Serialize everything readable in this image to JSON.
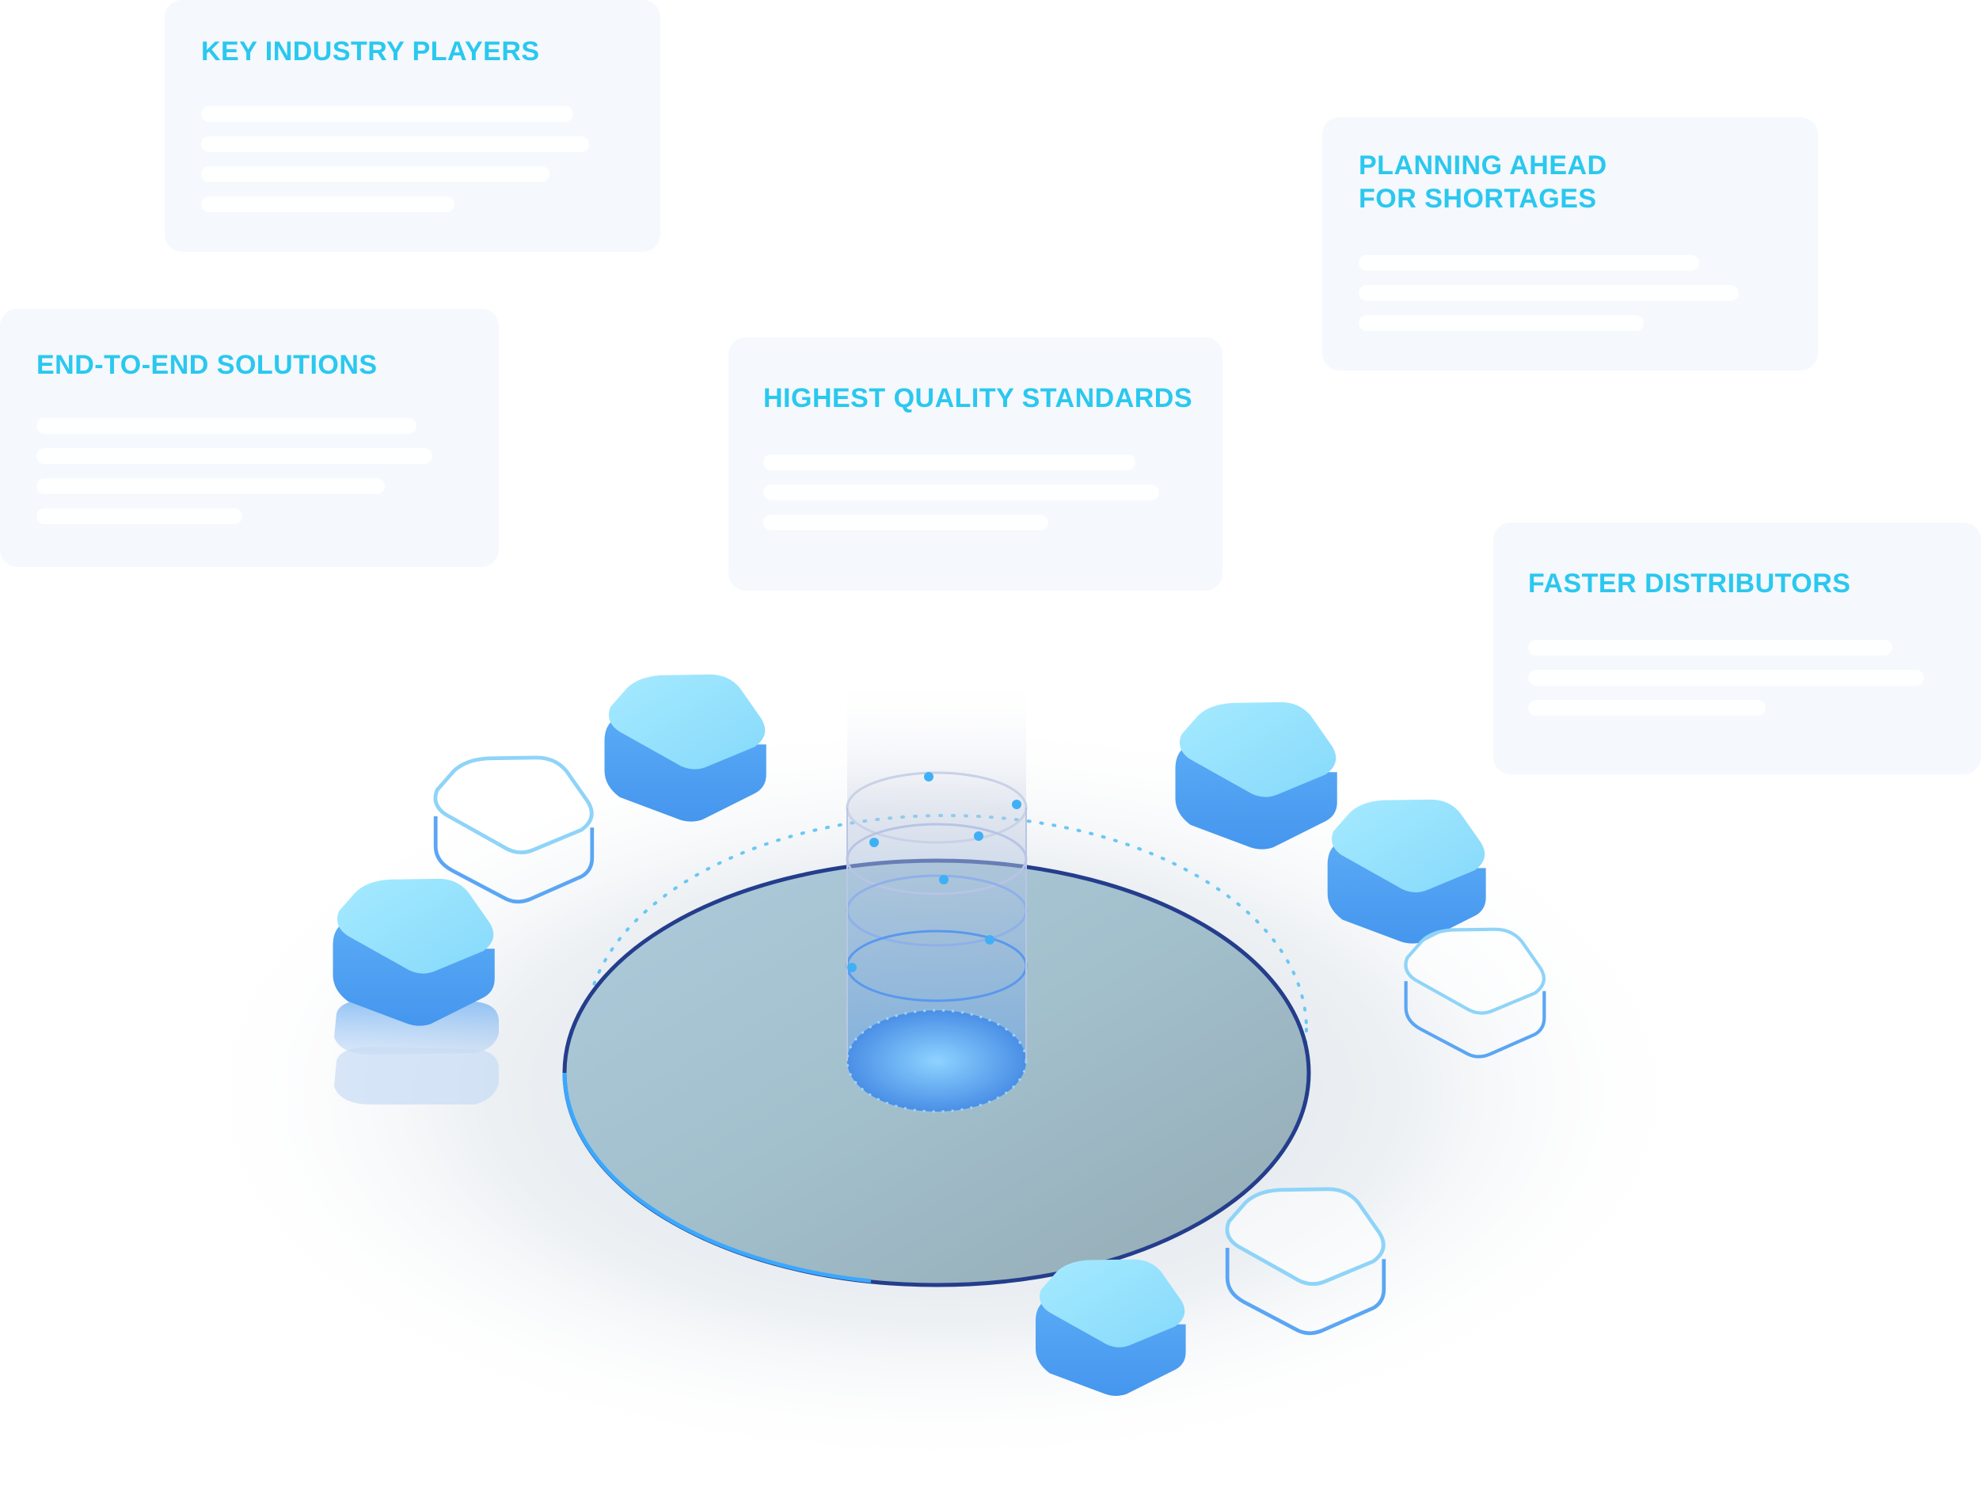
{
  "features": [
    {
      "id": "key-industry-players",
      "title": "KEY INDUSTRY PLAYERS"
    },
    {
      "id": "planning-ahead",
      "title": "PLANNING AHEAD\nFOR SHORTAGES"
    },
    {
      "id": "end-to-end",
      "title": "END-TO-END SOLUTIONS"
    },
    {
      "id": "highest-quality",
      "title": "HIGHEST QUALITY STANDARDS"
    },
    {
      "id": "faster-distributors",
      "title": "FASTER DISTRIBUTORS"
    }
  ],
  "colors": {
    "title": "#2ac8ef",
    "tile_top": "#9fe4fb",
    "tile_side": "#52a6f4",
    "outline_tile": "#8fd4f8",
    "leader_line_top": "#1a1a5e",
    "leader_line_bottom": "#3aa8ff",
    "platform": "#9fb9c7",
    "platform_edge": "#243d8c"
  },
  "icons": [
    "solid-tile-icon",
    "outline-tile-icon",
    "central-beam-icon"
  ]
}
